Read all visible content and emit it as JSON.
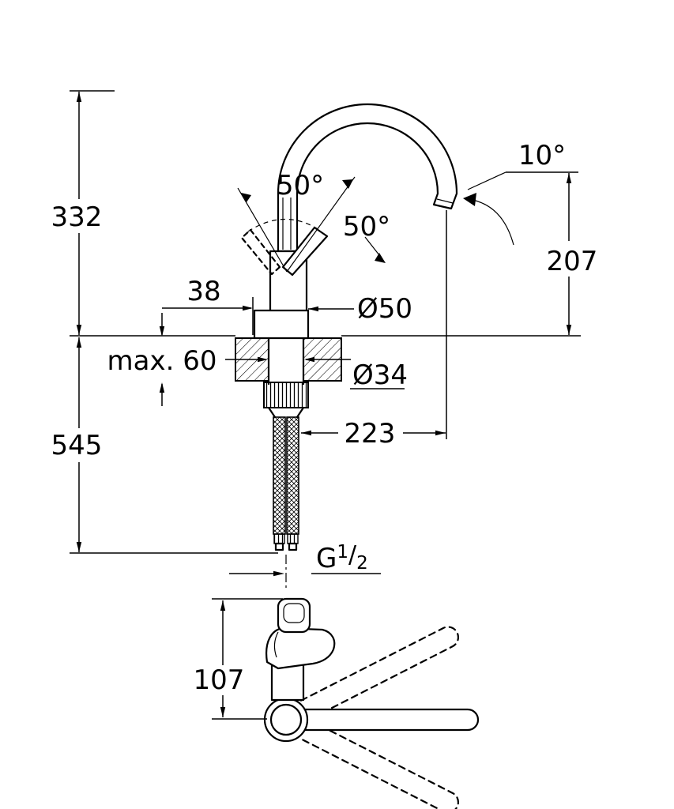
{
  "page": {
    "background": "#ffffff",
    "line_color": "#000000"
  },
  "front_view": {
    "dims": {
      "height_above_deck": "332",
      "height_below_deck": "545",
      "offset_front": "38",
      "max_deck_thickness": "max. 60",
      "base_diameter": "Ø50",
      "shank_diameter": "Ø34",
      "spout_reach": "223",
      "outlet_height": "207",
      "outlet_angle": "10°",
      "handle_angle_left": "50°",
      "handle_angle_right": "50°"
    },
    "thread": {
      "prefix": "G",
      "numerator": "1",
      "slash": "/",
      "denominator": "2"
    }
  },
  "plan_view": {
    "dims": {
      "body_depth": "107"
    }
  }
}
